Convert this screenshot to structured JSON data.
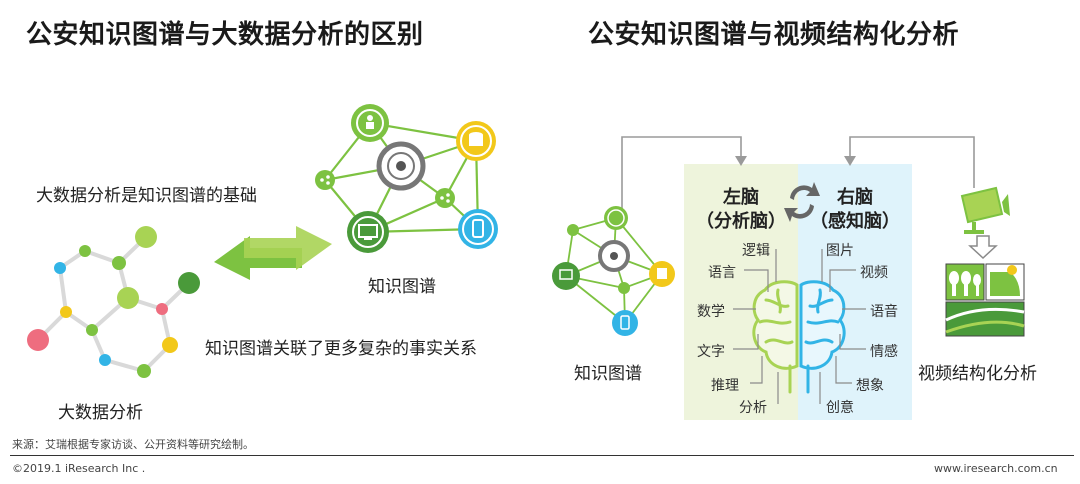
{
  "left_panel": {
    "title": "公安知识图谱与大数据分析的区别",
    "caption_top": "大数据分析是知识图谱的基础",
    "caption_bottom": "知识图谱关联了更多复杂的事实关系",
    "label_kg": "知识图谱",
    "label_bigdata": "大数据分析"
  },
  "right_panel": {
    "title": "公安知识图谱与视频结构化分析",
    "label_kg": "知识图谱",
    "label_video": "视频结构化分析",
    "left_brain": {
      "title": "左脑",
      "subtitle": "（分析脑）",
      "items": [
        "逻辑",
        "语言",
        "数学",
        "文字",
        "推理",
        "分析"
      ]
    },
    "right_brain": {
      "title": "右脑",
      "subtitle": "（感知脑）",
      "items": [
        "图片",
        "视频",
        "语音",
        "情感",
        "想象",
        "创意"
      ]
    }
  },
  "colors": {
    "green": "#7dc241",
    "dark_green": "#4a9a3a",
    "yellow": "#f2c81a",
    "blue": "#32b4e6",
    "pink": "#ee6d7f",
    "gray_ring": "#777777",
    "left_bg": "#eef4dc",
    "right_bg": "#dff3fb"
  },
  "footer": {
    "source": "来源：艾瑞根据专家访谈、公开资料等研究绘制。",
    "copyright": "©2019.1 iResearch Inc .",
    "website": "www.iresearch.com.cn"
  }
}
